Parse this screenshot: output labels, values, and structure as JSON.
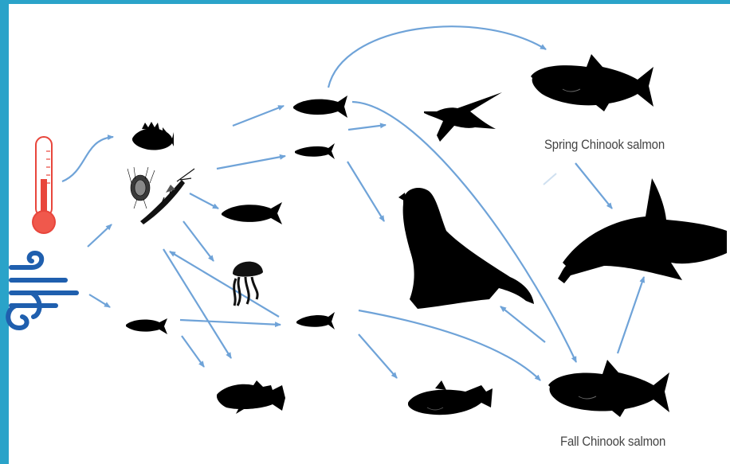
{
  "labels": {
    "spring": "Spring Chinook salmon",
    "fall": "Fall Chinook salmon"
  },
  "nodes": [
    {
      "id": "temperature",
      "icon": "thermometer-icon"
    },
    {
      "id": "wind",
      "icon": "wind-icon"
    },
    {
      "id": "zooplankton",
      "icon": "zooplankton-icon"
    },
    {
      "id": "rockfish",
      "icon": "rockfish-icon"
    },
    {
      "id": "herring",
      "icon": "herring-icon"
    },
    {
      "id": "jellyfish",
      "icon": "jellyfish-icon"
    },
    {
      "id": "cod",
      "icon": "cod-icon"
    },
    {
      "id": "anchovy",
      "icon": "anchovy-icon"
    },
    {
      "id": "sardine",
      "icon": "sardine-icon"
    },
    {
      "id": "smelt",
      "icon": "smelt-icon"
    },
    {
      "id": "forage-fish",
      "icon": "forage-fish-icon"
    },
    {
      "id": "seabird",
      "icon": "seabird-icon"
    },
    {
      "id": "sea-lion",
      "icon": "sea-lion-icon"
    },
    {
      "id": "salmon-predator",
      "icon": "salmon-icon"
    },
    {
      "id": "spring-chinook",
      "icon": "chinook-salmon-icon"
    },
    {
      "id": "fall-chinook",
      "icon": "chinook-salmon-icon"
    },
    {
      "id": "orca",
      "icon": "orca-icon"
    }
  ],
  "colors": {
    "frame": "#2aa3c9",
    "arrow": "#6fa3d8",
    "silhouette": "#000000",
    "thermometer": "#e8463c",
    "wind": "#1f5fae"
  }
}
